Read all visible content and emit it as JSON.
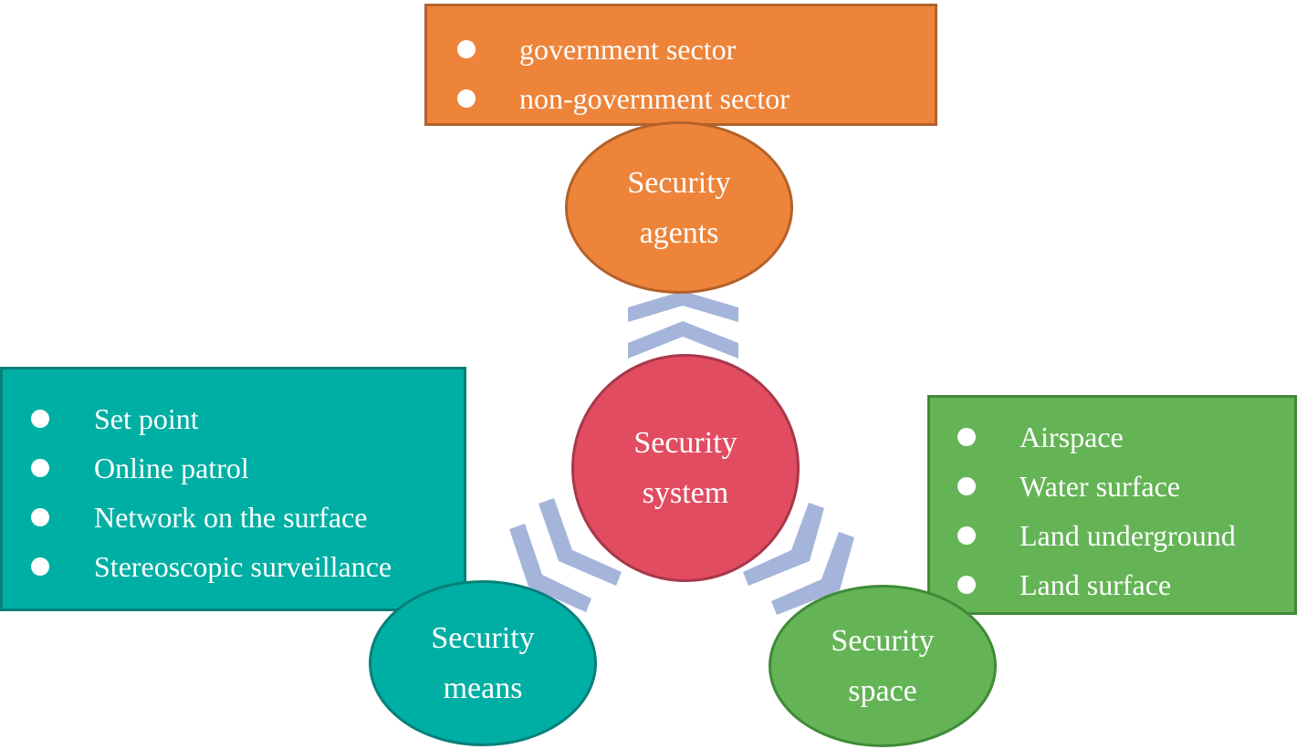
{
  "colors": {
    "agents_fill": "#ED843A",
    "agents_border": "#B3612A",
    "system_fill": "#E24C61",
    "system_border": "#A8384A",
    "means_fill": "#00AFA4",
    "means_border": "#068078",
    "space_fill": "#64B456",
    "space_border": "#3F8B37",
    "chevron": "#A4B4DA"
  },
  "center": {
    "label_line1": "Security",
    "label_line2": "system"
  },
  "agents": {
    "label_line1": "Security",
    "label_line2": "agents",
    "items": [
      "government sector",
      "non-government sector"
    ]
  },
  "means": {
    "label_line1": "Security",
    "label_line2": "means",
    "items": [
      "Set point",
      "Online patrol",
      "Network on the surface",
      "Stereoscopic surveillance"
    ]
  },
  "space": {
    "label_line1": "Security",
    "label_line2": "space",
    "items": [
      "Airspace",
      "Water surface",
      "Land underground",
      "Land surface"
    ]
  }
}
